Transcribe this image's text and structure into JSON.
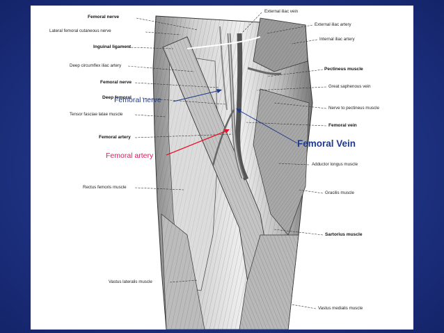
{
  "labels": {
    "femoral_nerve_top": "Femoral nerve",
    "lateral_femoral_cutaneous": "Lateral femoral cutaneous nerve",
    "inguinal_ligament": "Inguinal ligament",
    "deep_circumflex_iliac": "Deep circumflex iliac artery",
    "femoral_nerve_mid": "Femoral nerve",
    "deep_femoral": "Deep femoral",
    "tensor_fasciae_latae": "Tensor fasciae latae muscle",
    "femoral_artery": "Femoral artery",
    "rectus_femoris": "Rectus femoris muscle",
    "vastus_lateralis": "Vastus lateralis muscle",
    "external_iliac_vein": "External iliac vein",
    "external_iliac_artery": "External iliac artery",
    "internal_iliac_artery": "Internal iliac artery",
    "pectineus": "Pectineus muscle",
    "great_saphenous": "Great saphenous vein",
    "nerve_to_pectineus": "Nerve to pectineus muscle",
    "femoral_vein": "Femoral vein",
    "adductor_longus": "Adductor longus muscle",
    "gracilis": "Gracilis muscle",
    "sartorius": "Sartorius muscle",
    "vastus_medialis": "Vastus medialis muscle"
  },
  "annotations": {
    "femoral_nerve": "Femoral nerve",
    "femoral_artery": "Femoral artery",
    "femoral_vein": "Femoral Vein"
  },
  "colors": {
    "background": "#1f3383",
    "annotation_blue": "#1f3a8a",
    "annotation_red": "#d2205a",
    "arrow_red": "#e8102a"
  }
}
